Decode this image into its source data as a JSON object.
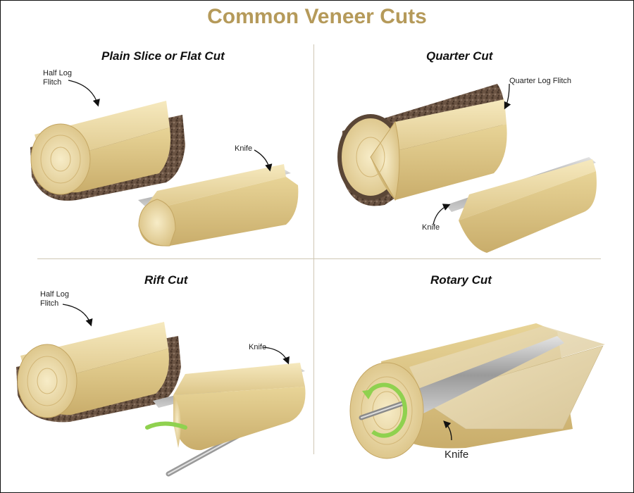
{
  "title": "Common Veneer Cuts",
  "colors": {
    "title": "#b59a5a",
    "wood": "#e9d9a3",
    "bark": "#6b5443",
    "knife": "#b9b9b9",
    "arrow": "#8fd14f"
  },
  "panels": {
    "plain": {
      "title": "Plain Slice or Flat Cut",
      "flitch_line1": "Half Log",
      "flitch_line2": "Flitch",
      "knife": "Knife"
    },
    "quarter": {
      "title": "Quarter Cut",
      "flitch": "Quarter Log Flitch",
      "knife": "Knife"
    },
    "rift": {
      "title": "Rift Cut",
      "flitch_line1": "Half Log",
      "flitch_line2": "Flitch",
      "knife": "Knife"
    },
    "rotary": {
      "title": "Rotary Cut",
      "knife": "Knife"
    }
  }
}
